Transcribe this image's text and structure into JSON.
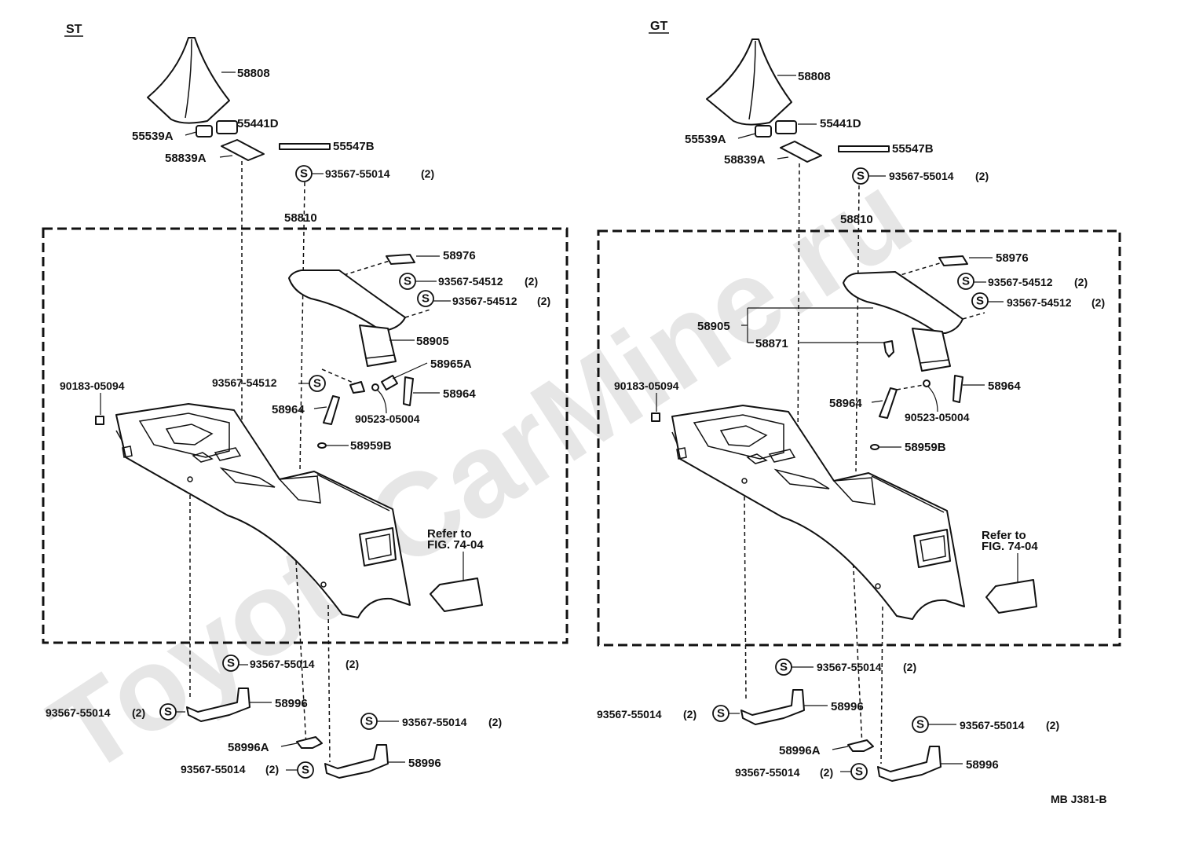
{
  "watermark": "ToyotaCarMine.ru",
  "drawing_code": "MB J381-B",
  "panels": [
    {
      "title": "ST",
      "labels": {
        "boot": "58808",
        "retainer_d": "55441D",
        "retainer_a": "55539A",
        "clip_b": "55547B",
        "plate": "58839A",
        "screw_top": "93567-55014",
        "screw_top_qty": "(2)",
        "console": "58810",
        "hinge": "58976",
        "screw_54512_a": "93567-54512",
        "screw_54512_a_qty": "(2)",
        "screw_54512_b": "93567-54512",
        "screw_54512_b_qty": "(2)",
        "lid": "58905",
        "pin_a": "58965A",
        "screw_mid": "93567-54512",
        "bracket_r": "58964",
        "bracket_l": "58964",
        "pin_clip": "90523-05004",
        "nut": "90183-05094",
        "plug": "58959B",
        "ref_line1": "Refer to",
        "ref_line2": "FIG. 74-04",
        "screw_low1": "93567-55014",
        "screw_low1_qty": "(2)",
        "screw_low2": "93567-55014",
        "screw_low2_qty": "(2)",
        "bracket1": "58996",
        "screw_low3": "93567-55014",
        "screw_low3_qty": "(2)",
        "bracket_a": "58996A",
        "screw_low4": "93567-55014",
        "screw_low4_qty": "(2)",
        "bracket2": "58996"
      }
    },
    {
      "title": "GT",
      "labels": {
        "boot": "58808",
        "retainer_d": "55441D",
        "retainer_a": "55539A",
        "clip_b": "55547B",
        "plate": "58839A",
        "screw_top": "93567-55014",
        "screw_top_qty": "(2)",
        "console": "58810",
        "hinge": "58976",
        "screw_54512_a": "93567-54512",
        "screw_54512_a_qty": "(2)",
        "screw_54512_b": "93567-54512",
        "screw_54512_b_qty": "(2)",
        "lid": "58905",
        "lock": "58871",
        "bracket_r": "58964",
        "bracket_l": "58964",
        "pin_clip": "90523-05004",
        "nut": "90183-05094",
        "plug": "58959B",
        "ref_line1": "Refer to",
        "ref_line2": "FIG. 74-04",
        "screw_low1": "93567-55014",
        "screw_low1_qty": "(2)",
        "screw_low2": "93567-55014",
        "screw_low2_qty": "(2)",
        "bracket1": "58996",
        "screw_low3": "93567-55014",
        "screw_low3_qty": "(2)",
        "bracket_a": "58996A",
        "screw_low4": "93567-55014",
        "screw_low4_qty": "(2)",
        "bracket2": "58996"
      }
    }
  ],
  "screw_symbol": "S"
}
